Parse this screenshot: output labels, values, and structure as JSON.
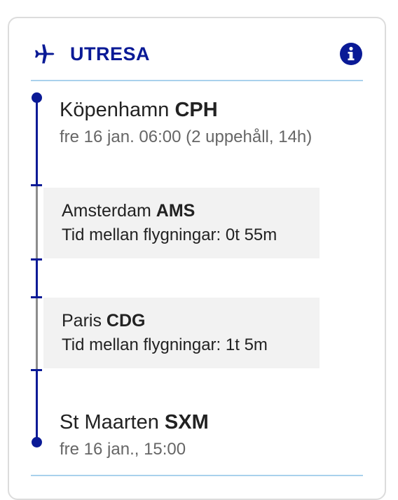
{
  "colors": {
    "brand": "#0a1a96",
    "divider": "#a9d1ec",
    "layover_line": "#8c8c8c",
    "layover_bg": "#f2f2f2"
  },
  "header": {
    "title": "UTRESA",
    "left_icon": "airplane-icon",
    "right_icon": "info-icon"
  },
  "departure": {
    "city": "Köpenhamn",
    "code": "CPH",
    "detail": "fre 16 jan. 06:00 (2 uppehåll, 14h)"
  },
  "layovers": [
    {
      "city": "Amsterdam",
      "code": "AMS",
      "wait": "Tid mellan flygningar: 0t 55m"
    },
    {
      "city": "Paris",
      "code": "CDG",
      "wait": "Tid mellan flygningar: 1t 5m"
    }
  ],
  "arrival": {
    "city": "St Maarten",
    "code": "SXM",
    "detail": "fre 16 jan., 15:00"
  }
}
